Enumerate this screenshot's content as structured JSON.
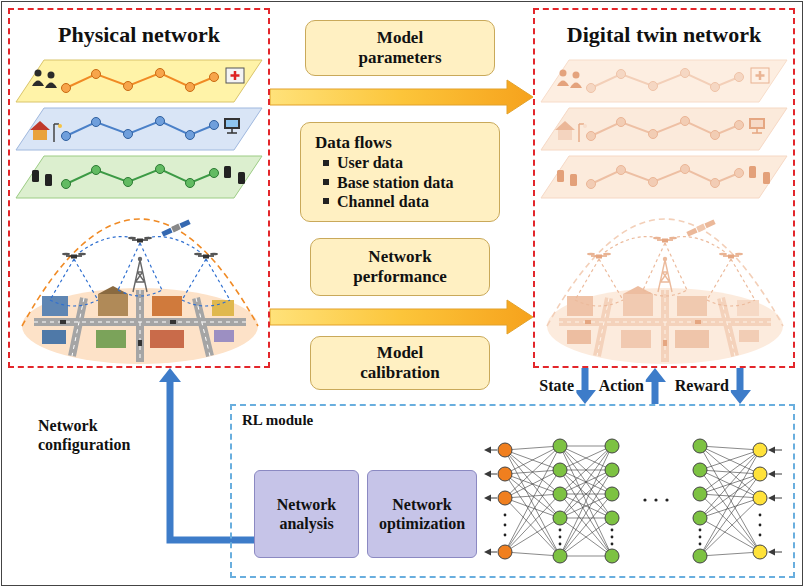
{
  "diagram": {
    "nodes": [
      {
        "text": [
          "Physical network"
        ]
      },
      {
        "text": [
          "Digital twin network"
        ]
      },
      {
        "text": [
          "Model parameters"
        ]
      },
      {
        "text": [
          "Data flows",
          "User data",
          "Base station data",
          "Channel data"
        ]
      },
      {
        "text": [
          "Network performance"
        ]
      },
      {
        "text": [
          "Model calibration"
        ]
      },
      {
        "text": [
          "RL module"
        ]
      },
      {
        "text": [
          "Network analysis"
        ],
        "in": 6
      },
      {
        "text": [
          "Network optimization"
        ],
        "in": 6
      }
    ],
    "edges": [
      {
        "from": 0,
        "to": 1,
        "arrow": "to"
      },
      {
        "from": 0,
        "to": 1,
        "arrow": "to"
      },
      {
        "from": 1,
        "to": 6,
        "arrow": "to",
        "label": "State"
      },
      {
        "from": 6,
        "to": 1,
        "arrow": "to",
        "label": "Action"
      },
      {
        "from": 1,
        "to": 6,
        "arrow": "to",
        "label": "Reward"
      },
      {
        "from": 7,
        "to": 0,
        "arrow": "to",
        "label": "Network configuration"
      }
    ]
  }
}
